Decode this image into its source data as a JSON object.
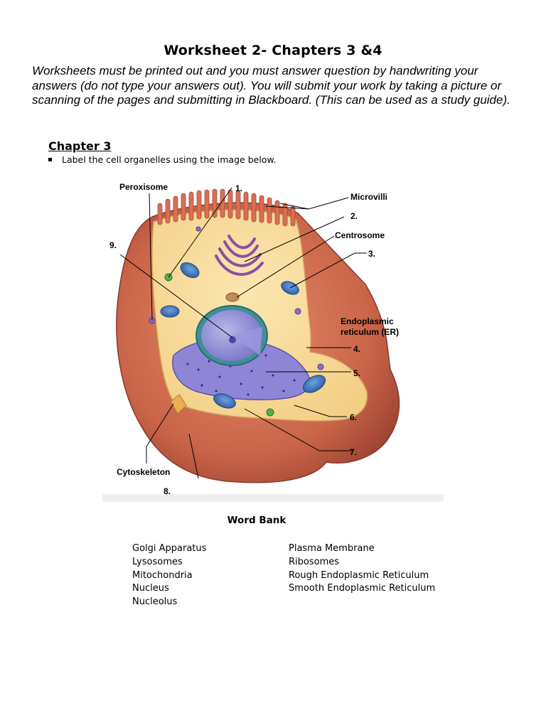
{
  "worksheet": {
    "title": "Worksheet 2- Chapters 3 &4",
    "instructions": "Worksheets must be printed out and you must answer question by handwriting your answers (do not type your answers out). You will submit your work by taking a picture or scanning of the pages and submitting in Blackboard. (This can be used as a study guide)."
  },
  "chapter3": {
    "heading": "Chapter 3",
    "bullet": "Label the cell organelles using the image below."
  },
  "diagram": {
    "labels": {
      "peroxisome": "Peroxisome",
      "microvilli": "Microvilli",
      "centrosome": "Centrosome",
      "er_line1": "Endoplasmic",
      "er_line2": "reticulum (ER)",
      "cytoskeleton": "Cytoskeleton"
    },
    "numbers": [
      "1.",
      "2.",
      "3.",
      "4.",
      "5.",
      "6.",
      "7.",
      "8.",
      "9."
    ]
  },
  "word_bank": {
    "title": "Word Bank",
    "left": [
      "Golgi Apparatus",
      "Lysosomes",
      "Mitochondria",
      "Nucleus",
      "Nucleolus"
    ],
    "right": [
      "Plasma Membrane",
      "Ribosomes",
      "Rough Endoplasmic Reticulum",
      "Smooth Endoplasmic Reticulum"
    ]
  }
}
